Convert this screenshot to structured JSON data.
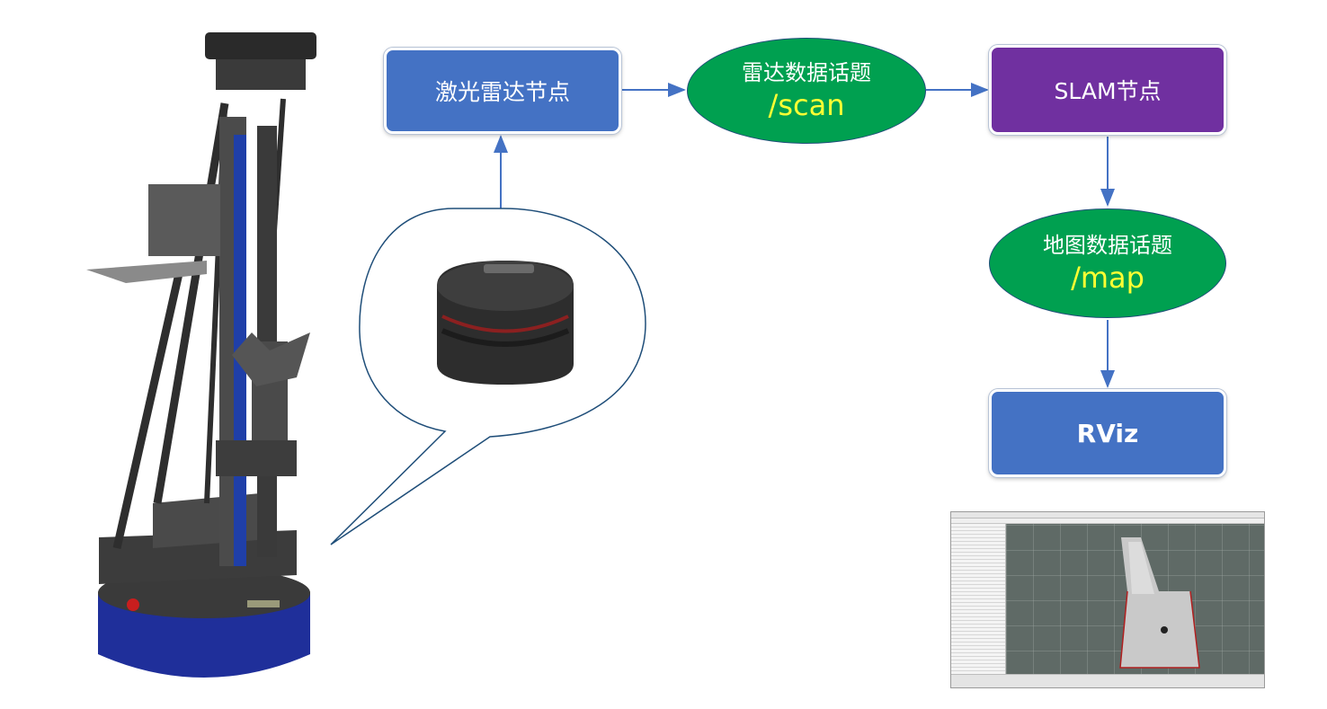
{
  "nodes": {
    "lidar": "激光雷达节点",
    "slam": "SLAM节点",
    "rviz": "RViz"
  },
  "topics": {
    "scan": {
      "name": "雷达数据话题",
      "path": "/scan"
    },
    "map": {
      "name": "地图数据话题",
      "path": "/map"
    }
  },
  "colors": {
    "blue_node": "#4472c4",
    "purple_node": "#7030a0",
    "topic_green": "#00a050",
    "topic_path_yellow": "#ffff33",
    "arrow": "#4472c4"
  },
  "icons": {
    "robot": "mobile-manipulator-robot-illustration",
    "lidar": "lidar-sensor-illustration",
    "rviz": "rviz-map-screenshot"
  }
}
